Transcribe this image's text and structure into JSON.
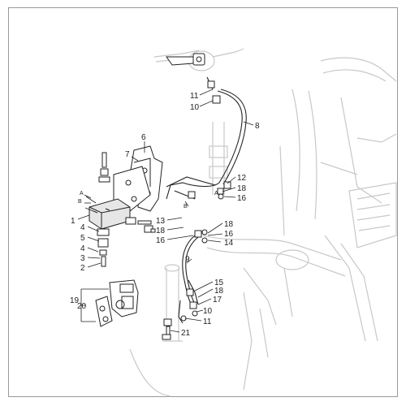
{
  "callouts": [
    {
      "id": "c1",
      "text": "1"
    },
    {
      "id": "c2",
      "text": "2"
    },
    {
      "id": "c3",
      "text": "3"
    },
    {
      "id": "c4a",
      "text": "4"
    },
    {
      "id": "c4b",
      "text": "4"
    },
    {
      "id": "c5",
      "text": "5"
    },
    {
      "id": "c6",
      "text": "6"
    },
    {
      "id": "c7",
      "text": "7"
    },
    {
      "id": "c8",
      "text": "8"
    },
    {
      "id": "c9",
      "text": "9"
    },
    {
      "id": "c10a",
      "text": "10"
    },
    {
      "id": "c10b",
      "text": "10"
    },
    {
      "id": "c11a",
      "text": "11"
    },
    {
      "id": "c11b",
      "text": "11"
    },
    {
      "id": "c12",
      "text": "12"
    },
    {
      "id": "c13",
      "text": "13"
    },
    {
      "id": "c14",
      "text": "14"
    },
    {
      "id": "c15",
      "text": "15"
    },
    {
      "id": "c16a",
      "text": "16"
    },
    {
      "id": "c16b",
      "text": "16"
    },
    {
      "id": "c16c",
      "text": "16"
    },
    {
      "id": "c17",
      "text": "17"
    },
    {
      "id": "c18a",
      "text": "18"
    },
    {
      "id": "c18b",
      "text": "18"
    },
    {
      "id": "c18c",
      "text": "18"
    },
    {
      "id": "c19",
      "text": "19"
    },
    {
      "id": "c20",
      "text": "20"
    },
    {
      "id": "c21",
      "text": "21"
    }
  ],
  "markers": [
    {
      "id": "mA1",
      "text": "A"
    },
    {
      "id": "mB1",
      "text": "B"
    },
    {
      "id": "mA2",
      "text": "A"
    },
    {
      "id": "mB2",
      "text": "B"
    }
  ],
  "colors": {
    "line": "#222222",
    "ghost": "#c8c8c8",
    "frame": "#999999"
  }
}
